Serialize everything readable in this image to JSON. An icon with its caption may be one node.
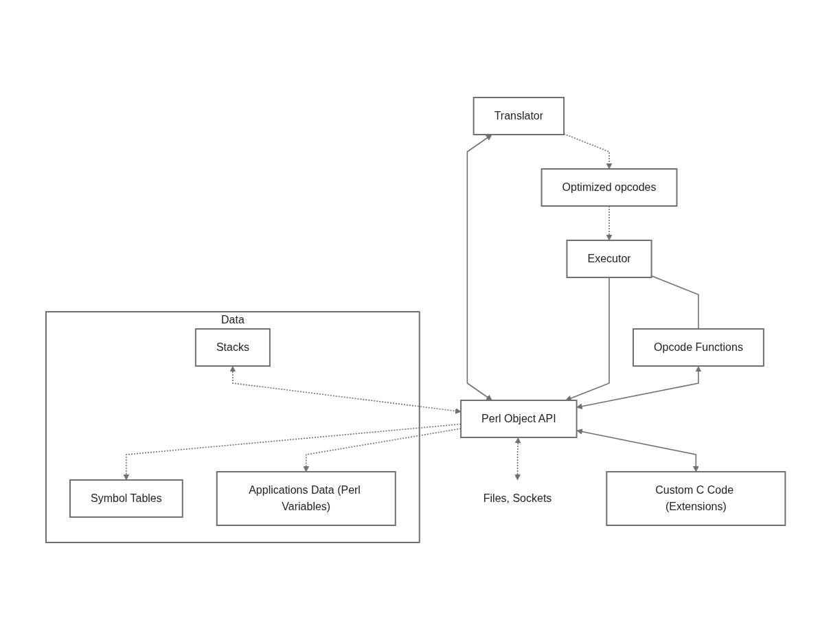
{
  "diagram": {
    "nodes": [
      {
        "text": [
          "Translator"
        ]
      },
      {
        "text": [
          "Optimized opcodes"
        ]
      },
      {
        "text": [
          "Opcode Functions"
        ]
      },
      {
        "text": [
          "Executor"
        ]
      },
      {
        "text": [
          "Data"
        ]
      },
      {
        "text": [
          "Symbol Tables"
        ],
        "in": 4
      },
      {
        "text": [
          "Stacks"
        ],
        "in": 4
      },
      {
        "text": [
          "Applications Data (Perl Variables)"
        ],
        "in": 4
      },
      {
        "text": [
          "Perl Object API"
        ]
      },
      {
        "text": [
          "Files, Sockets"
        ]
      },
      {
        "text": [
          "Custom C Code (Extensions)"
        ]
      }
    ],
    "edges": [
      {
        "from": 0,
        "to": 1,
        "arrow": "to",
        "style": "dashed"
      },
      {
        "from": 1,
        "to": 3,
        "arrow": "to",
        "style": "dashed"
      },
      {
        "from": 3,
        "to": 2,
        "arrow": "none"
      },
      {
        "from": 0,
        "to": 8,
        "arrow": "both"
      },
      {
        "from": 3,
        "to": 8,
        "arrow": "to"
      },
      {
        "from": 2,
        "to": 8,
        "arrow": "both"
      },
      {
        "from": 8,
        "to": 5,
        "arrow": "to",
        "style": "dashed"
      },
      {
        "from": 6,
        "to": 8,
        "arrow": "both",
        "style": "dashed"
      },
      {
        "from": 8,
        "to": 7,
        "arrow": "to",
        "style": "dashed"
      },
      {
        "from": 8,
        "to": 9,
        "arrow": "both",
        "style": "dashed"
      },
      {
        "from": 8,
        "to": 10,
        "arrow": "both"
      }
    ]
  }
}
